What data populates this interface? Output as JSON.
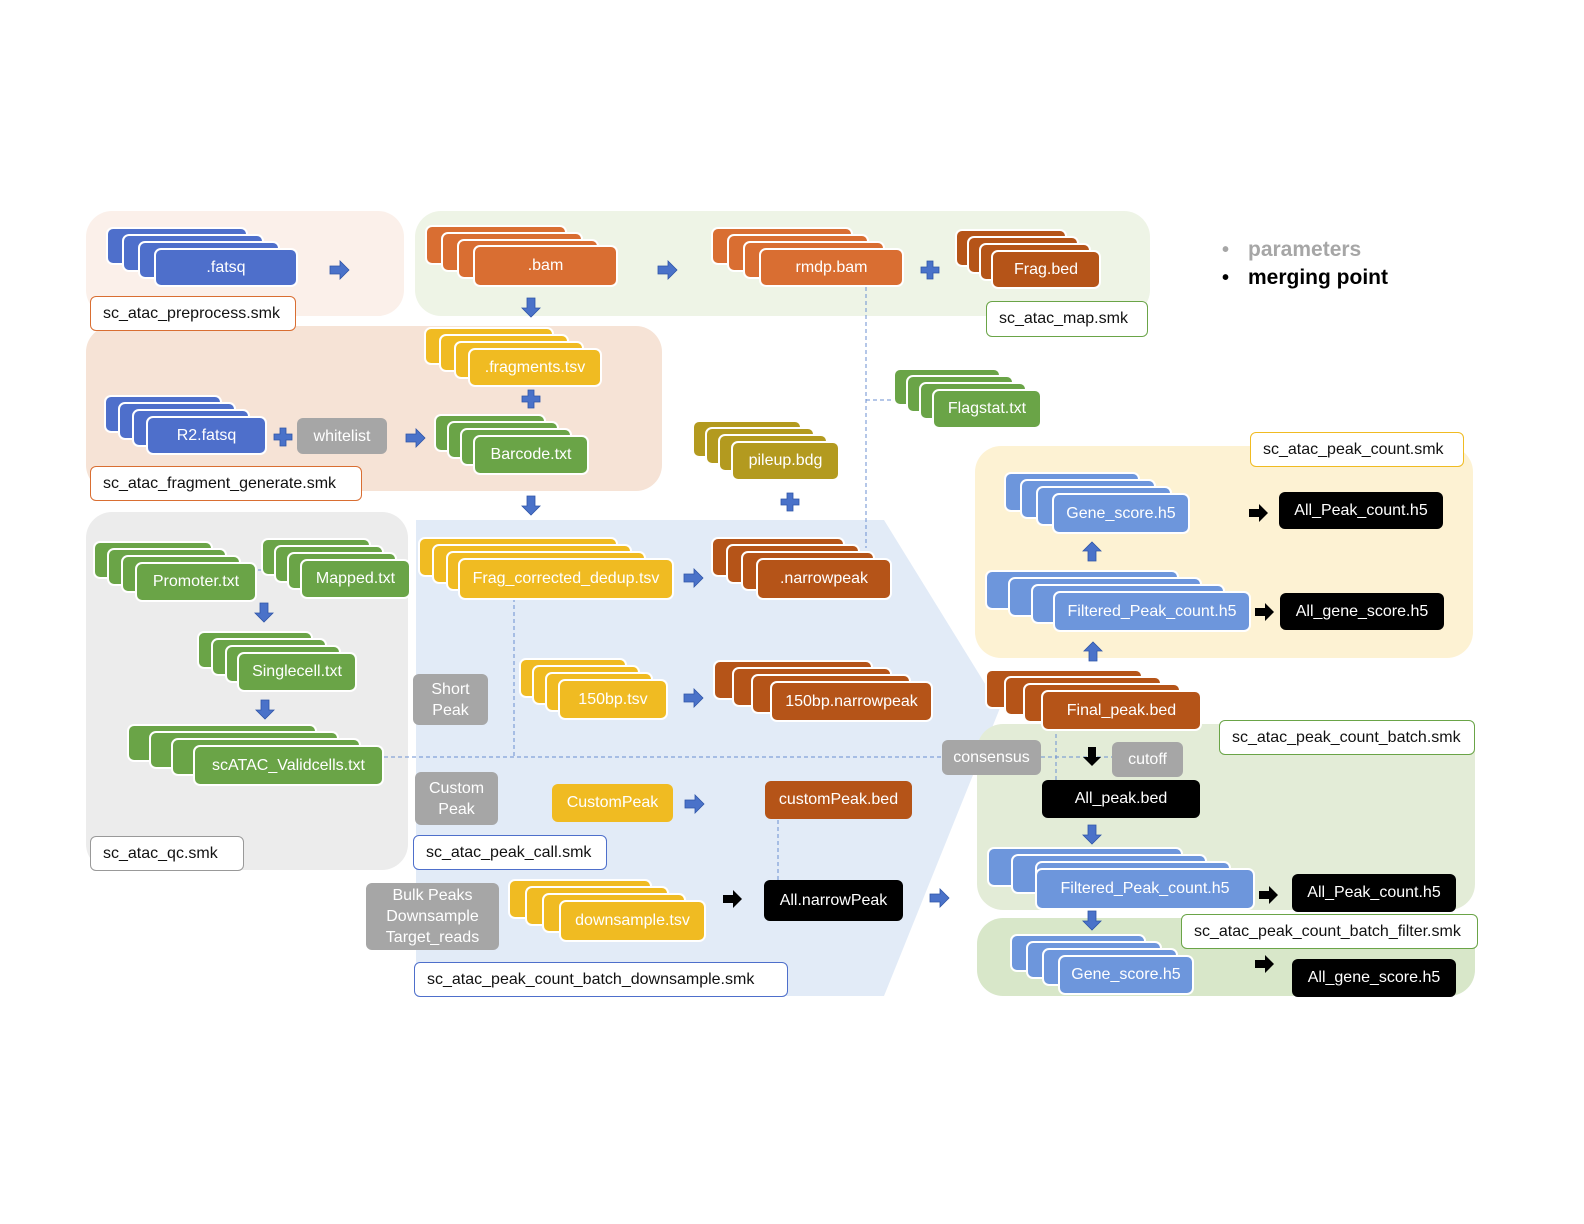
{
  "colors": {
    "blue": "#4e6fcb",
    "light_blue": "#6d96dc",
    "orange": "#d96e32",
    "dark_orange": "#b55418",
    "yellow": "#f0bb22",
    "olive": "#b39a1f",
    "green": "#6aa447",
    "gray": "#a6a6a6",
    "black": "#000000",
    "arrow_blue": "#4a72c9"
  },
  "legend": {
    "parameters": "parameters",
    "merging_point": "merging point"
  },
  "modules": {
    "preprocess": "sc_atac_preprocess.smk",
    "map": "sc_atac_map.smk",
    "fragment_generate": "sc_atac_fragment_generate.smk",
    "qc": "sc_atac_qc.smk",
    "peak_call": "sc_atac_peak_call.smk",
    "peak_count": "sc_atac_peak_count.smk",
    "peak_count_batch": "sc_atac_peak_count_batch.smk",
    "peak_count_batch_filter": "sc_atac_peak_count_batch_filter.smk",
    "peak_count_batch_downsample": "sc_atac_peak_count_batch_downsample.smk"
  },
  "files": {
    "fatsq": ".fatsq",
    "bam": ".bam",
    "rmdp_bam": "rmdp.bam",
    "frag_bed": "Frag.bed",
    "fragments_tsv": ".fragments.tsv",
    "r2_fatsq": "R2.fatsq",
    "barcode_txt": "Barcode.txt",
    "flagstat_txt": "Flagstat.txt",
    "pileup_bdg": "pileup.bdg",
    "promoter_txt": "Promoter.txt",
    "mapped_txt": "Mapped.txt",
    "singlecell_txt": "Singlecell.txt",
    "validcells_txt": "scATAC_Validcells.txt",
    "frag_corrected": "Frag_corrected_dedup.tsv",
    "narrowpeak": ".narrowpeak",
    "bp150_tsv": "150bp.tsv",
    "bp150_narrowpeak": "150bp.narrowpeak",
    "custompeak": "CustomPeak",
    "custompeak_bed": "customPeak.bed",
    "downsample_tsv": "downsample.tsv",
    "all_narrowpeak": "All.narrowPeak",
    "final_peak_bed": "Final_peak.bed",
    "all_peak_bed": "All_peak.bed",
    "gene_score_top": "Gene_score.h5",
    "filtered_peak_count_top": "Filtered_Peak_count.h5",
    "all_peak_count_top": "All_Peak_count.h5",
    "all_gene_score_top": "All_gene_score.h5",
    "filtered_peak_count_mid": "Filtered_Peak_count.h5",
    "all_peak_count_mid": "All_Peak_count.h5",
    "gene_score_bottom": "Gene_score.h5",
    "all_gene_score_bottom": "All_gene_score.h5"
  },
  "params": {
    "whitelist": "whitelist",
    "short_peak": "Short Peak",
    "custom_peak": "Custom Peak",
    "bulk_peaks": "Bulk Peaks Downsample Target_reads",
    "consensus": "consensus",
    "cutoff": "cutoff"
  }
}
